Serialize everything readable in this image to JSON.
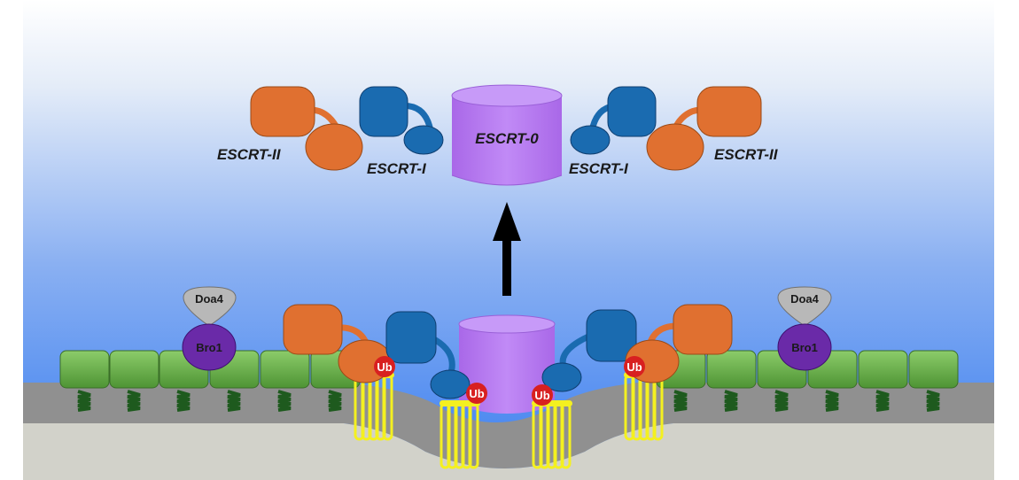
{
  "labels": {
    "escrt0": "ESCRT-0",
    "escrt1_left": "ESCRT-I",
    "escrt1_right": "ESCRT-I",
    "escrt2_left": "ESCRT-II",
    "escrt2_right": "ESCRT-II",
    "doa4": "Doa4",
    "bro1": "Bro1",
    "ub": "Ub"
  },
  "colors": {
    "escrt0": "#b57af0",
    "escrt1": "#1a6bb0",
    "escrt2": "#e07030",
    "bro1": "#6a2aa8",
    "doa4": "#b8b8b8",
    "lattice": "#6aae4a",
    "cargo": "#f4f020",
    "ub": "#d82020",
    "membrane": "#909090",
    "lumen": "#d2d2ca"
  }
}
